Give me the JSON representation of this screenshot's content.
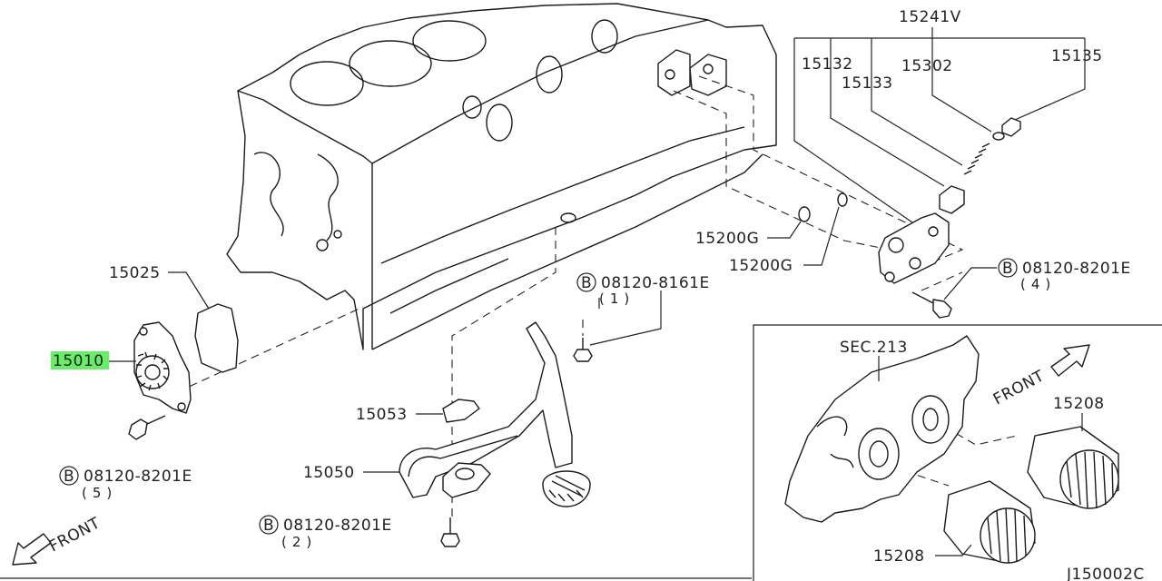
{
  "callouts": {
    "c15241v": "15241V",
    "c15132": "15132",
    "c15133": "15133",
    "c15302": "15302",
    "c15135": "15135",
    "c15200g_a": "15200G",
    "c15200g_b": "15200G",
    "c15025": "15025",
    "c15010": "15010",
    "c15053": "15053",
    "c15050": "15050",
    "c15208_a": "15208",
    "c15208_b": "15208",
    "sec213": "SEC.213"
  },
  "bolts": {
    "b1": {
      "badge": "B",
      "number": "08120-8161E",
      "qty": "(1)"
    },
    "b2": {
      "badge": "B",
      "number": "08120-8201E",
      "qty": "(2)"
    },
    "b4": {
      "badge": "B",
      "number": "08120-8201E",
      "qty": "(4)"
    },
    "b5": {
      "badge": "B",
      "number": "08120-8201E",
      "qty": "(5)"
    }
  },
  "front_left": "FRONT",
  "front_right": "FRONT",
  "diagram_code": "J150002C",
  "highlight_color": "#66ee66"
}
